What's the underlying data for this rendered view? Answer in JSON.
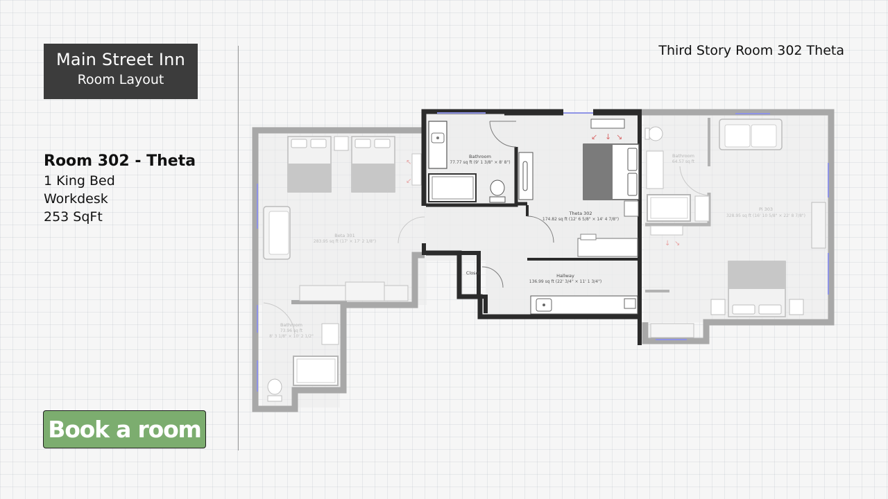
{
  "header": {
    "title": "Main Street Inn",
    "subtitle": "Room Layout"
  },
  "room": {
    "name": "Room 302 - Theta",
    "features": [
      "1 King Bed",
      "Workdesk",
      "253 SqFt"
    ]
  },
  "story_label": "Third Story Room 302 Theta",
  "book_button": {
    "label": "Book a room",
    "color": "#7cad6f"
  },
  "floorplan": {
    "bathroom_302": {
      "name": "Bathroom",
      "area": "77.77 sq ft (9' 1 3/8\" × 8' 8\")"
    },
    "theta_302": {
      "name": "Theta 302",
      "area": "174.82 sq ft (12' 6 5/8\" × 14' 4 7/8\")"
    },
    "closet": {
      "name": "Closet"
    },
    "hallway": {
      "name": "Hallway",
      "area": "136.99 sq ft (22' 3/4\" × 11' 1 3/4\")"
    },
    "beta_301": {
      "name": "Beta 301",
      "area": "283.95 sq ft (17' × 17' 2 1/8\")"
    },
    "bathroom_301": {
      "name": "Bathroom",
      "area": "73.96 sq ft",
      "dims": "8' 3 1/8\" × 10' 2 1/2\""
    },
    "bathroom_303": {
      "name": "Bathroom",
      "area": "64.57 sq ft"
    },
    "pi_303": {
      "name": "Pi 303",
      "area": "328.95 sq ft (16' 10 5/8\" × 22' 8 7/8\")"
    }
  },
  "colors": {
    "title_bg": "#3c3c3c",
    "active_wall": "#2b2b2b",
    "faded_wall": "#a8a8a8",
    "window": "#8e93e6"
  }
}
